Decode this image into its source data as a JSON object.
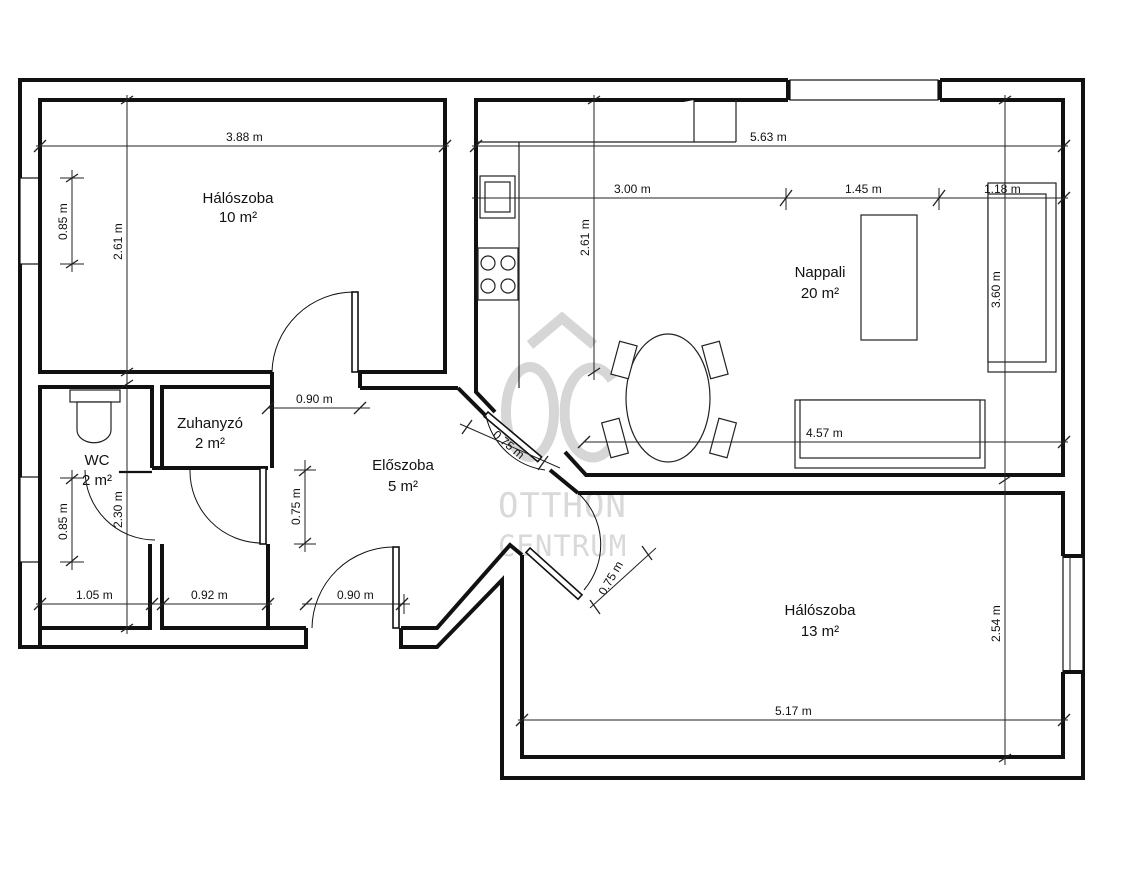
{
  "rooms": {
    "bedroom_1": {
      "name": "Hálószoba",
      "area": "10 m²"
    },
    "living": {
      "name": "Nappali",
      "area": "20 m²"
    },
    "shower": {
      "name": "Zuhanyzó",
      "area": "2 m²"
    },
    "wc": {
      "name": "WC",
      "area": "2 m²"
    },
    "hall": {
      "name": "Előszoba",
      "area": "5 m²"
    },
    "bedroom_2": {
      "name": "Hálószoba",
      "area": "13 m²"
    }
  },
  "dimensions": {
    "bedroom_1_width": "3.88 m",
    "bedroom_1_height": "2.61 m",
    "bedroom_1_window": "0.85 m",
    "living_width": "5.63 m",
    "living_seg_1": "3.00 m",
    "living_seg_2": "1.45 m",
    "living_seg_3": "1.18 m",
    "living_height": "2.61 m",
    "living_depth": "3.60 m",
    "living_bottom": "4.57 m",
    "door_bedroom_1": "0.90 m",
    "door_living": "0.75 m",
    "door_bedroom_2": "0.75 m",
    "hall_opening": "0.75 m",
    "entrance_door": "0.90 m",
    "wc_height": "2.30 m",
    "wc_window": "0.85 m",
    "wc_width": "1.05 m",
    "shower_width": "0.92 m",
    "bedroom_2_width": "5.17 m",
    "bedroom_2_height": "2.54 m"
  },
  "watermark": {
    "line1": "OTTHON",
    "line2": "CENTRUM"
  }
}
